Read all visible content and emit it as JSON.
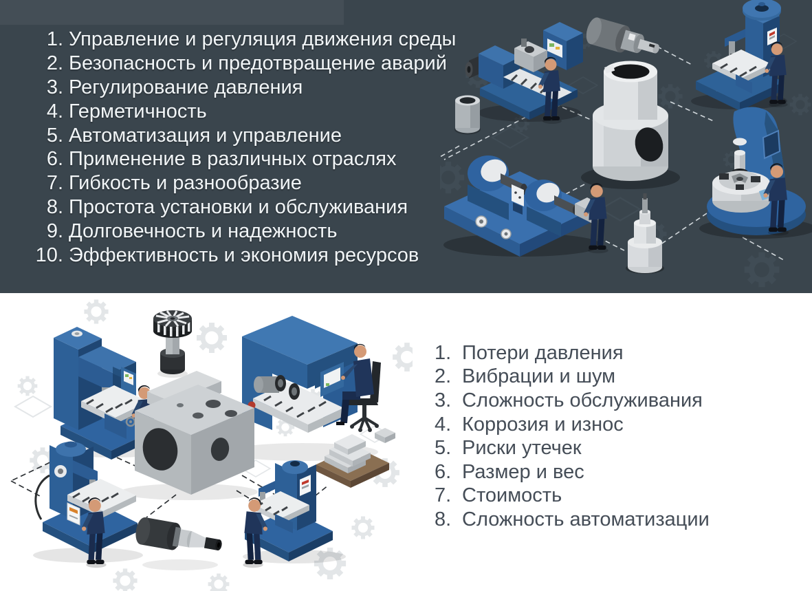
{
  "advantages": {
    "items": [
      {
        "n": "1.",
        "label": "Управление и регуляция движения среды"
      },
      {
        "n": "2.",
        "label": "Безопасность и предотвращение аварий"
      },
      {
        "n": "3.",
        "label": "Регулирование давления"
      },
      {
        "n": "4.",
        "label": "Герметичность"
      },
      {
        "n": "5.",
        "label": "Автоматизация и управление"
      },
      {
        "n": "6.",
        "label": "Применение в различных отраслях"
      },
      {
        "n": "7.",
        "label": "Гибкость и разнообразие"
      },
      {
        "n": "8.",
        "label": "Простота установки и обслуживания"
      },
      {
        "n": "9.",
        "label": "Долговечность и надежность"
      },
      {
        "n": "10.",
        "label": "Эффективность и экономия ресурсов"
      }
    ]
  },
  "disadvantages": {
    "items": [
      {
        "n": "1.",
        "label": "Потери давления"
      },
      {
        "n": "2.",
        "label": "Вибрации и шум"
      },
      {
        "n": "3.",
        "label": "Сложность обслуживания"
      },
      {
        "n": "4.",
        "label": "Коррозия и износ"
      },
      {
        "n": "5.",
        "label": "Риски утечек"
      },
      {
        "n": "6.",
        "label": "Размер и вес"
      },
      {
        "n": "7.",
        "label": "Стоимость"
      },
      {
        "n": "8.",
        "label": "Сложность автоматизации"
      }
    ]
  },
  "illustrations": {
    "top_alt": "Isometric CNC machines, parts and workers connected by dashed lines on dark background",
    "bottom_alt": "Isometric milling, turning and drilling machines with workers, parts and gears on white background"
  },
  "colors": {
    "top_background": "#3A454D",
    "top_text": "#F1F5F7",
    "bottom_background": "#FFFFFF",
    "bottom_text": "#454D57",
    "machine_blue": "#2F64A0",
    "machine_blue_light": "#4076B0",
    "machine_blue_dark": "#1F4673",
    "part_gray": "#CED2D5",
    "dashed_line_top": "#E9EFF2",
    "dashed_line_bottom": "#2F3337"
  }
}
